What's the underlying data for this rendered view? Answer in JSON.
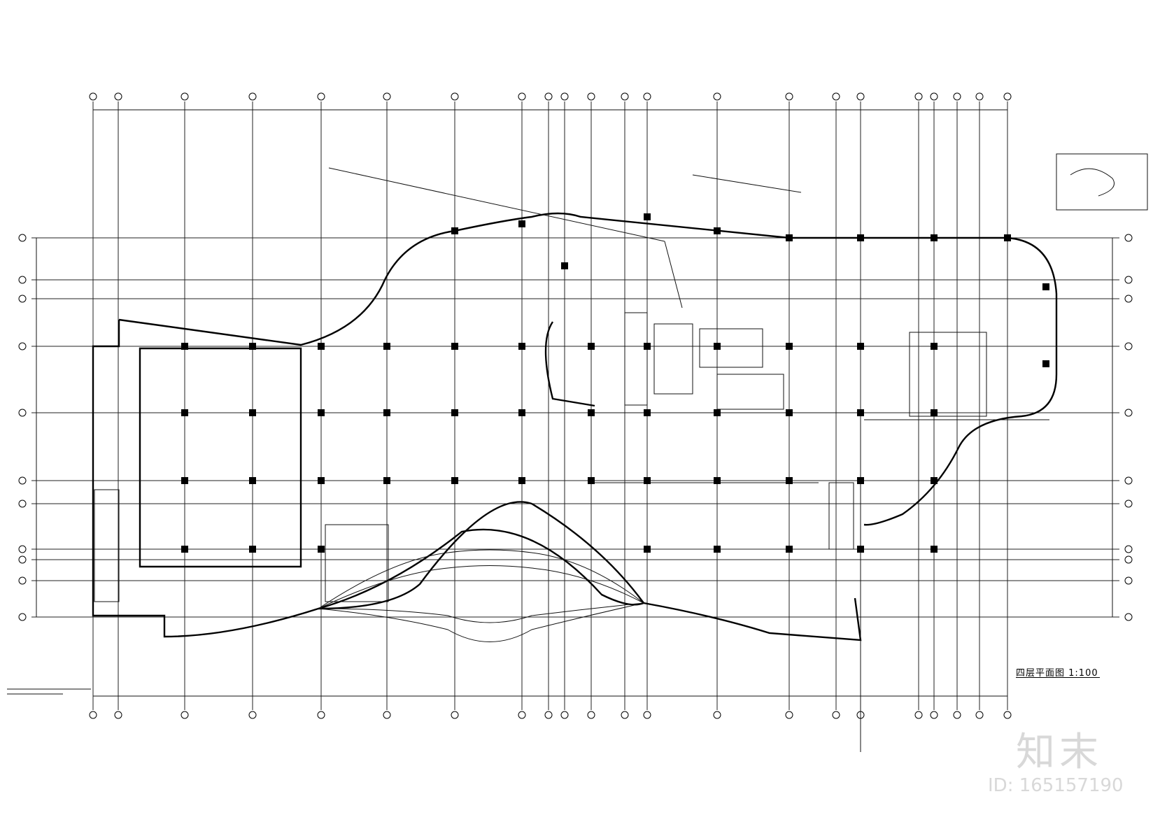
{
  "drawing": {
    "title": "四层平面图",
    "scale": "1:100"
  },
  "watermark": {
    "logo": "知末",
    "id_text": "ID: 165157190"
  },
  "colors": {
    "line": "#000000",
    "background": "#ffffff",
    "watermark": "#d8d8d8"
  }
}
